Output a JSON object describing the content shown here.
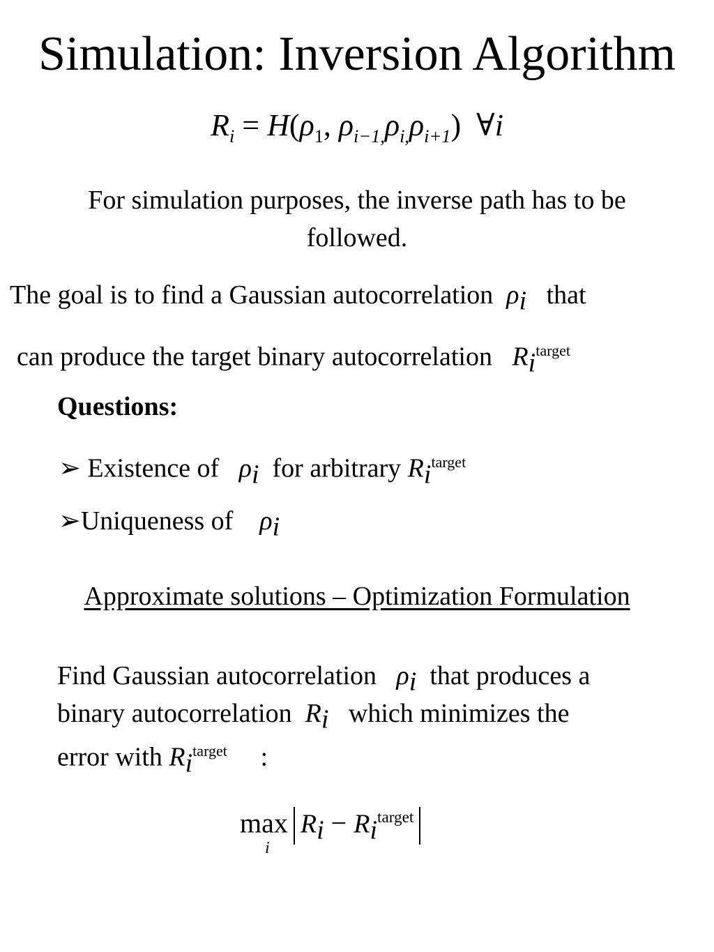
{
  "slide": {
    "title": "Simulation: Inversion Algorithm",
    "equation": {
      "lhs": "R",
      "lhs_sub": "i",
      "eq": "=",
      "func": "H",
      "open": "(",
      "rho": "ρ",
      "sub1": "1",
      "sub2": "i−1,",
      "sub3": "i,",
      "sub4": "i+1",
      "comma": ",",
      "close": ")",
      "forall": "∀i"
    },
    "para1_line1": "For simulation purposes, the inverse path has to be",
    "para1_line2": "followed.",
    "goal_line1_a": "The goal is to find a Gaussian autocorrelation",
    "goal_line1_b": "that",
    "goal_line2": "can produce the target binary autocorrelation",
    "questions_heading": "Questions:",
    "bullet_glyph": "➢",
    "q1_a": "Existence of",
    "q1_b": "for arbitrary",
    "q2": "Uniqueness of",
    "section_heading": "Approximate solutions – Optimization Formulation",
    "find_line1_a": "Find Gaussian autocorrelation",
    "find_line1_b": "that produces a",
    "find_line2_a": "binary autocorrelation",
    "find_line2_b": "which minimizes the",
    "find_line3_a": "error with",
    "find_line3_b": ":",
    "sym_rho": "ρ",
    "sym_R": "R",
    "sym_i": "i",
    "sup_target": "target",
    "max_op": "max",
    "max_minus": "−"
  }
}
